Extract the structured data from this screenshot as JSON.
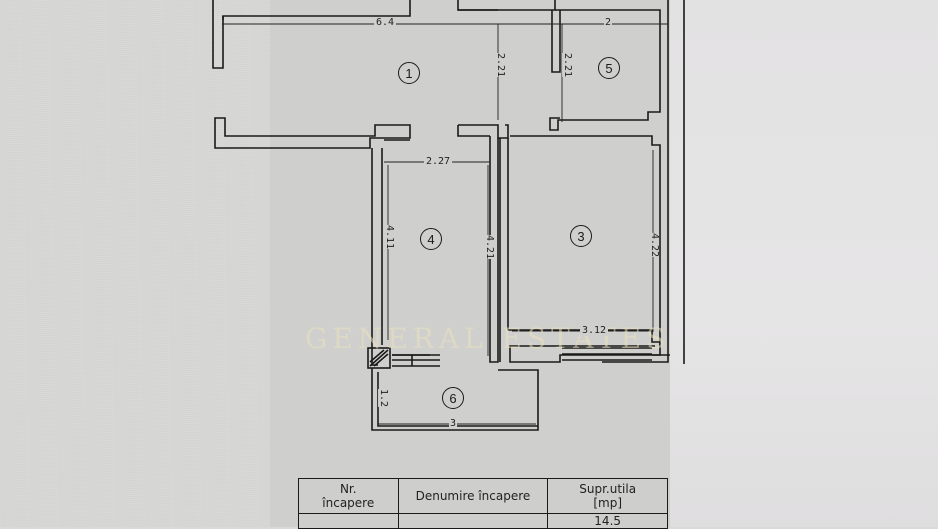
{
  "document": {
    "type": "floor-plan",
    "watermark": "GENERAL ESTATES"
  },
  "entrance_marker": "entrance-arrow",
  "rooms": [
    {
      "number": "1",
      "label": "1"
    },
    {
      "number": "3",
      "label": "3"
    },
    {
      "number": "4",
      "label": "4"
    },
    {
      "number": "5",
      "label": "5"
    },
    {
      "number": "6",
      "label": "6"
    }
  ],
  "dimensions": {
    "room1_width": "6.4",
    "room1_height": "2.21",
    "room5_width": "2",
    "room5_height": "2.21",
    "room4_width": "2.27",
    "room4_height_left": "4.11",
    "room4_height_right": "4.21",
    "room3_width": "3.12",
    "room3_height": "4.22",
    "room6_width": "3",
    "room6_height": "1.2"
  },
  "table": {
    "headers": {
      "nr_line1": "Nr.",
      "nr_line2": "încapere",
      "name": "Denumire încapere",
      "area_line1": "Supr.utila",
      "area_line2": "[mp]"
    },
    "first_row_partial": {
      "nr": "",
      "name": "",
      "area": "14.5"
    }
  }
}
